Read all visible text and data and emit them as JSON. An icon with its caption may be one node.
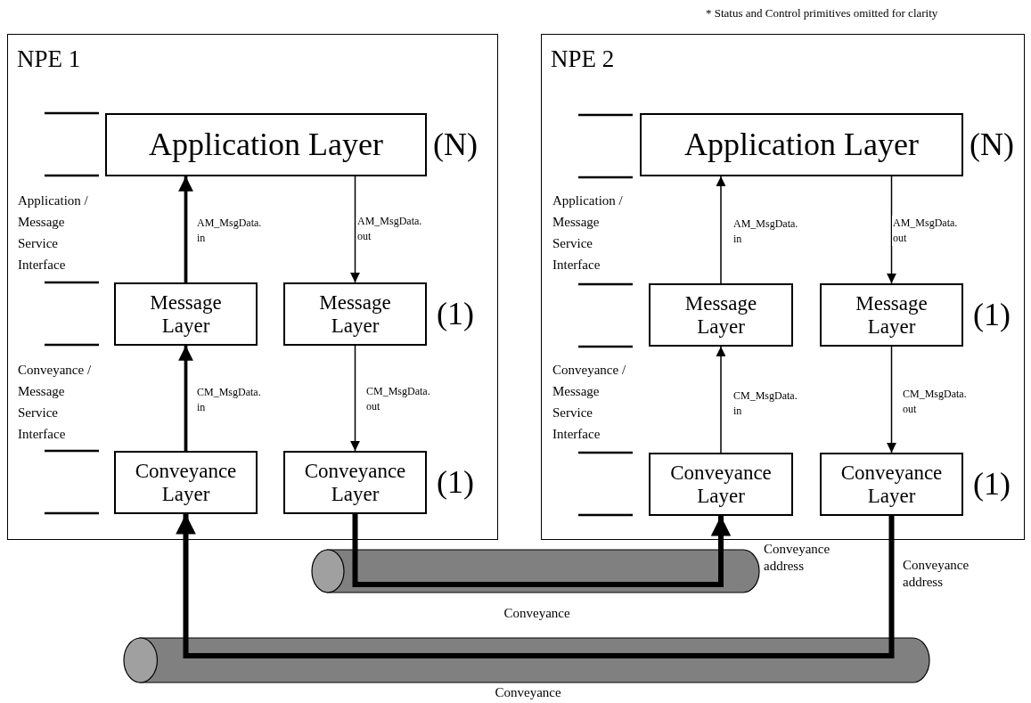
{
  "diagram": {
    "nodes": [
      {
        "text": [
          "NPE 1"
        ]
      },
      {
        "text": [
          "Application Layer"
        ],
        "in": 0,
        "beside": [
          "(N)"
        ]
      },
      {
        "text": [
          "Message Layer"
        ],
        "in": 0
      },
      {
        "text": [
          "Message Layer"
        ],
        "in": 0,
        "beside": [
          "(1)"
        ]
      },
      {
        "text": [
          "Conveyance Layer"
        ],
        "in": 0
      },
      {
        "text": [
          "Conveyance Layer"
        ],
        "in": 0,
        "beside": [
          "(1)"
        ]
      },
      {
        "text": [
          "NPE 2"
        ]
      },
      {
        "text": [
          "Application Layer"
        ],
        "in": 6,
        "beside": [
          "(N)"
        ]
      },
      {
        "text": [
          "Message Layer"
        ],
        "in": 6
      },
      {
        "text": [
          "Message Layer"
        ],
        "in": 6,
        "beside": [
          "(1)"
        ]
      },
      {
        "text": [
          "Conveyance Layer"
        ],
        "in": 6
      },
      {
        "text": [
          "Conveyance Layer"
        ],
        "in": 6,
        "beside": [
          "(1)"
        ]
      }
    ],
    "edges": [
      {
        "from": 2,
        "to": 1,
        "arrow": "to",
        "label": "AM_MsgData. in",
        "style": "thick"
      },
      {
        "from": 1,
        "to": 3,
        "arrow": "to",
        "label": "AM_MsgData. out"
      },
      {
        "from": 4,
        "to": 2,
        "arrow": "to",
        "label": "CM_MsgData. in",
        "style": "thick"
      },
      {
        "from": 3,
        "to": 5,
        "arrow": "to",
        "label": "CM_MsgData. out"
      },
      {
        "from": 8,
        "to": 7,
        "arrow": "to",
        "label": "AM_MsgData. in"
      },
      {
        "from": 7,
        "to": 9,
        "arrow": "to",
        "label": "AM_MsgData. out"
      },
      {
        "from": 10,
        "to": 8,
        "arrow": "to",
        "label": "CM_MsgData. in"
      },
      {
        "from": 9,
        "to": 11,
        "arrow": "to",
        "label": "CM_MsgData. out"
      },
      {
        "from": 5,
        "to": 10,
        "arrow": "to",
        "label": "Conveyance address",
        "style": "thick"
      },
      {
        "from": 11,
        "to": 4,
        "arrow": "to",
        "label": "Conveyance address",
        "style": "thick"
      }
    ],
    "labels": [
      "* Status and Control primitives omitted for clarity",
      "Application / Message Service Interface",
      "Conveyance / Message Service Interface",
      "Application / Message Service Interface",
      "Conveyance / Message Service Interface",
      "Conveyance",
      "Conveyance"
    ]
  }
}
